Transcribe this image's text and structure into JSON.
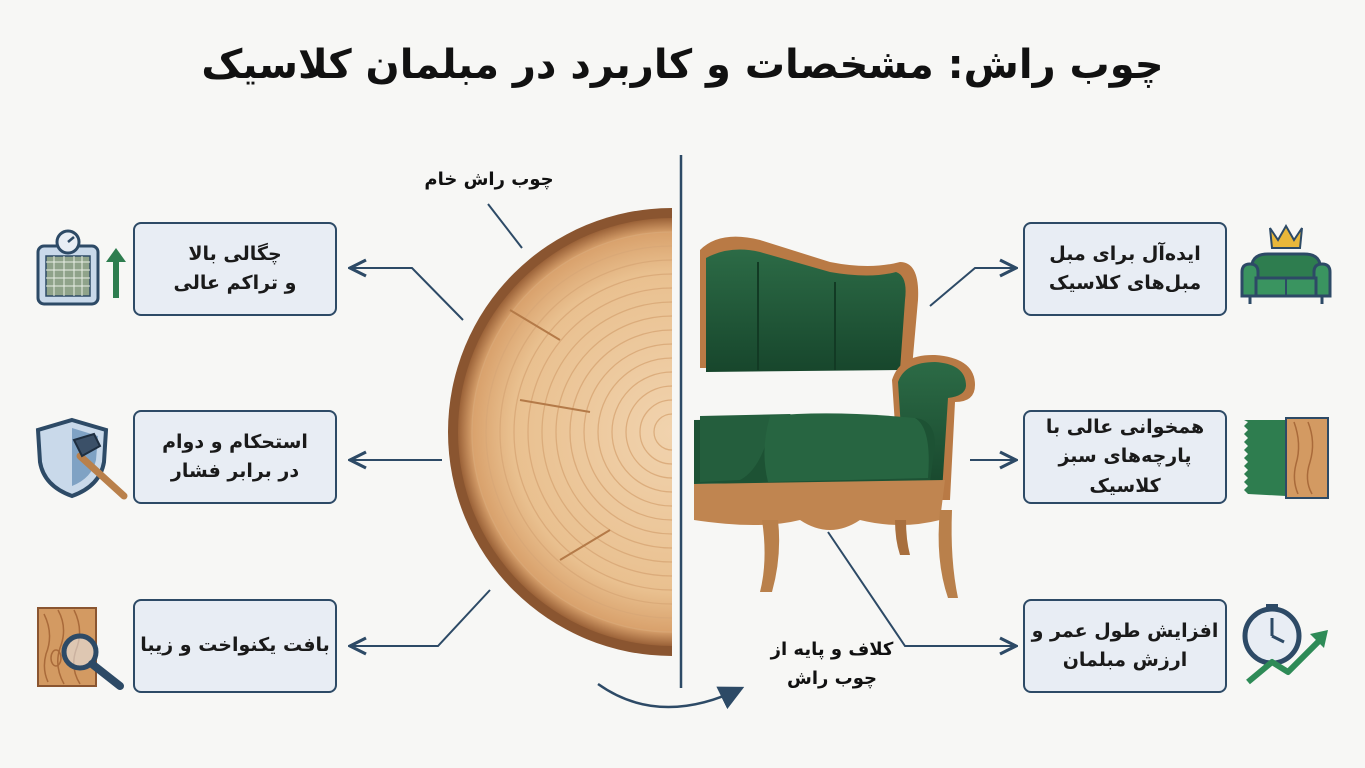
{
  "title": "چوب راش: مشخصات و کاربرد در مبلمان کلاسیک",
  "wood_label": "چوب راش خام",
  "frame_label": {
    "line1": "کلاف و پایه از",
    "line2": "چوب راش"
  },
  "left_features": [
    {
      "line1": "چگالی بالا",
      "line2": "و تراکم عالی",
      "icon": "density-gauge-icon"
    },
    {
      "line1": "استحکام و دوام",
      "line2": "در برابر فشار",
      "icon": "shield-hammer-icon"
    },
    {
      "line1": "بافت یکنواخت و زیبا",
      "line2": "",
      "icon": "wood-grain-magnifier-icon"
    }
  ],
  "right_features": [
    {
      "line1": "ایده‌آل برای مبل",
      "line2": "مبل‌های کلاسیک",
      "icon": "sofa-crown-icon"
    },
    {
      "line1": "همخوانی عالی با",
      "line2": "پارچه‌های سبز کلاسیک",
      "icon": "fabric-wood-swatch-icon"
    },
    {
      "line1": "افزایش طول عمر و",
      "line2": "ارزش مبلمان",
      "icon": "clock-growth-icon"
    }
  ],
  "colors": {
    "outline": "#2d4a66",
    "box_fill": "#e8edf4",
    "velvet": "#1f5a3a",
    "wood": "#c98a55",
    "growth_green": "#2e8b57"
  }
}
